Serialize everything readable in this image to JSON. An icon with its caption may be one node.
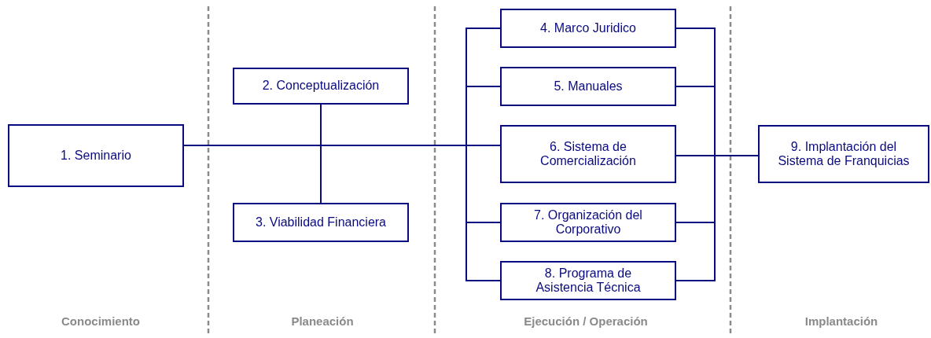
{
  "diagram": {
    "nodes": [
      {
        "text": [
          "1. Seminario"
        ]
      },
      {
        "text": [
          "2. Conceptualización"
        ]
      },
      {
        "text": [
          "3. Viabilidad Financiera"
        ]
      },
      {
        "text": [
          "4. Marco Juridico"
        ]
      },
      {
        "text": [
          "5. Manuales"
        ]
      },
      {
        "text": [
          "6. Sistema de Comercialización"
        ]
      },
      {
        "text": [
          "7. Organización del Corporativo"
        ]
      },
      {
        "text": [
          "8. Programa de Asistencia Técnica"
        ]
      },
      {
        "text": [
          "9. Implantación del Sistema de Franquicias"
        ]
      }
    ],
    "edges": [
      {
        "from": 0,
        "to": 1,
        "arrow": "none"
      },
      {
        "from": 0,
        "to": 2,
        "arrow": "none"
      },
      {
        "from": 0,
        "to": 3,
        "arrow": "none"
      },
      {
        "from": 0,
        "to": 4,
        "arrow": "none"
      },
      {
        "from": 0,
        "to": 5,
        "arrow": "none"
      },
      {
        "from": 0,
        "to": 6,
        "arrow": "none"
      },
      {
        "from": 0,
        "to": 7,
        "arrow": "none"
      },
      {
        "from": 3,
        "to": 8,
        "arrow": "none"
      },
      {
        "from": 4,
        "to": 8,
        "arrow": "none"
      },
      {
        "from": 5,
        "to": 8,
        "arrow": "none"
      },
      {
        "from": 6,
        "to": 8,
        "arrow": "none"
      },
      {
        "from": 7,
        "to": 8,
        "arrow": "none"
      }
    ],
    "labels": [
      "Conocimiento",
      "Planeación",
      "Ejecución / Operación",
      "Implantación"
    ]
  }
}
